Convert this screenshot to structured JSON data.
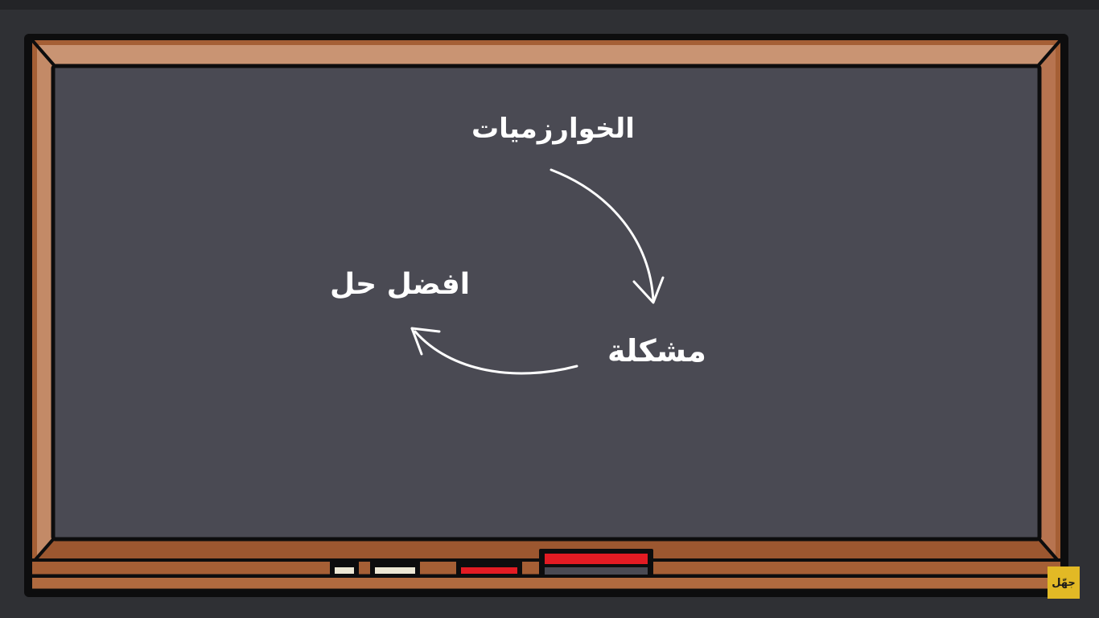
{
  "labels": {
    "algorithms": "الخوارزميات",
    "problem": "مشكلة",
    "best_solution": "افضل حل"
  },
  "logo": {
    "text": "جهّل"
  },
  "colors": {
    "background": "#2f3034",
    "board_surface": "#4a4a53",
    "frame_wood": "#a55f35",
    "frame_highlight": "#c99473",
    "outline": "#0d0d0e",
    "chalk_text": "#ffffff",
    "red_chalk": "#e31b23",
    "white_chalk": "#ece7d4",
    "logo_bg": "#e2b925"
  }
}
